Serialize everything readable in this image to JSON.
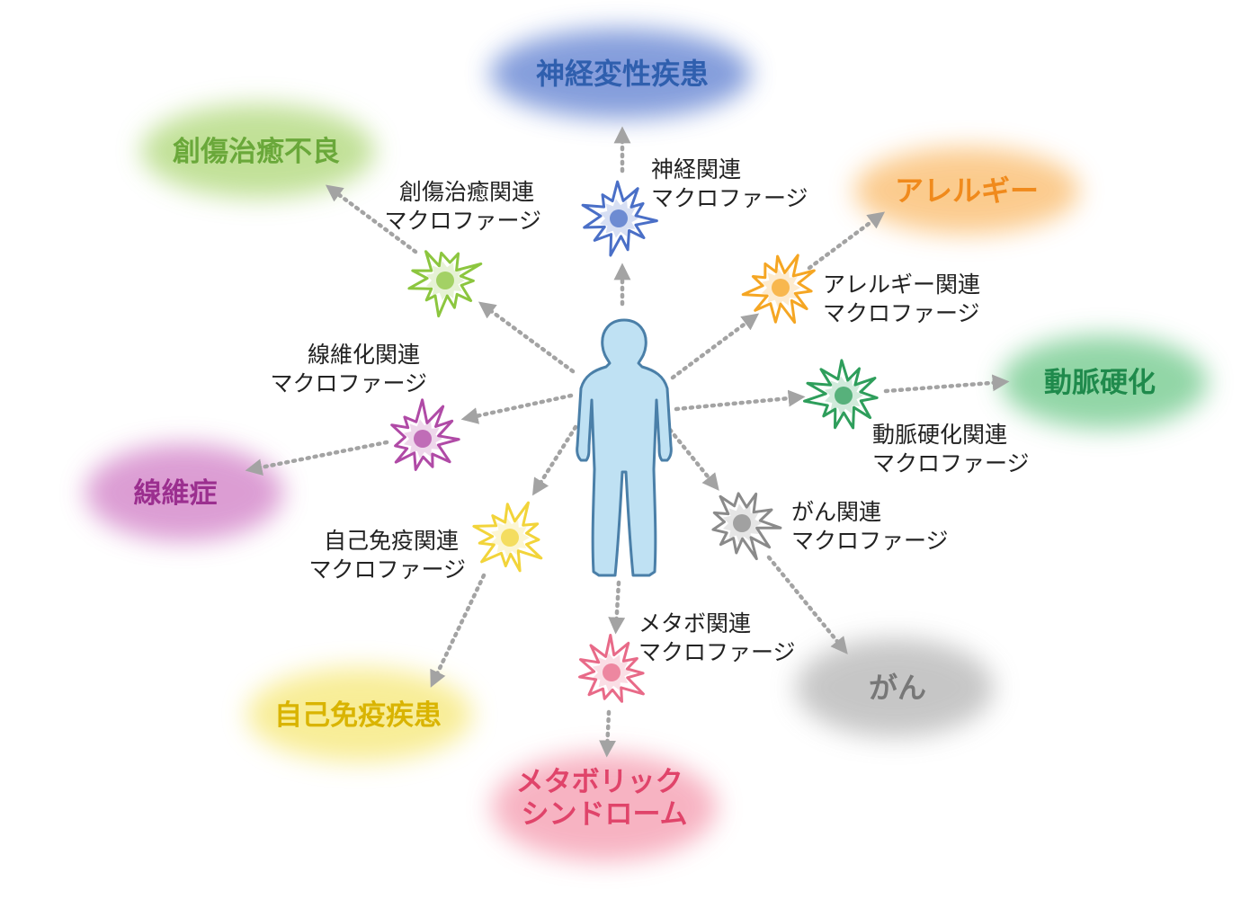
{
  "diseases": {
    "neuro": {
      "lines": [
        "神経変性疾患"
      ],
      "color": "#2f5fae",
      "bg": "#6f8dd6"
    },
    "wound": {
      "lines": [
        "創傷治癒不良"
      ],
      "color": "#6aa83a",
      "bg": "#b7dc86"
    },
    "allergy": {
      "lines": [
        "アレルギー"
      ],
      "color": "#f08a1c",
      "bg": "#fbc27a"
    },
    "athero": {
      "lines": [
        "動脈硬化"
      ],
      "color": "#1f8a4c",
      "bg": "#7fcf97"
    },
    "fibrosis": {
      "lines": [
        "線維症"
      ],
      "color": "#9b2f8f",
      "bg": "#d68ccc"
    },
    "cancer": {
      "lines": [
        "がん"
      ],
      "color": "#777777",
      "bg": "#bdbdbd"
    },
    "autoimmune": {
      "lines": [
        "自己免疫疾患"
      ],
      "color": "#d9b400",
      "bg": "#f7ea85"
    },
    "metabolic": {
      "lines": [
        "メタボリック",
        "シンドローム"
      ],
      "color": "#e0446a",
      "bg": "#f6a6b8"
    }
  },
  "macrophages": {
    "neuro": {
      "lines": [
        "神経関連",
        "マクロファージ"
      ],
      "color": "#4a6fc7"
    },
    "wound": {
      "lines": [
        "創傷治癒関連",
        "マクロファージ"
      ],
      "color": "#8cc63f"
    },
    "allergy": {
      "lines": [
        "アレルギー関連",
        "マクロファージ"
      ],
      "color": "#f5a623"
    },
    "athero": {
      "lines": [
        "動脈硬化関連",
        "マクロファージ"
      ],
      "color": "#2e9e5b"
    },
    "fibrosis": {
      "lines": [
        "線維化関連",
        "マクロファージ"
      ],
      "color": "#b04aa6"
    },
    "cancer": {
      "lines": [
        "がん関連",
        "マクロファージ"
      ],
      "color": "#8a8a8a"
    },
    "autoimmune": {
      "lines": [
        "自己免疫関連",
        "マクロファージ"
      ],
      "color": "#f2d43a"
    },
    "metabolic": {
      "lines": [
        "メタボ関連",
        "マクロファージ"
      ],
      "color": "#e86a88"
    }
  },
  "colors": {
    "arrow": "#a3a3a3",
    "body_fill": "#bfe1f3",
    "body_stroke": "#4a7fa8",
    "text": "#222222"
  }
}
